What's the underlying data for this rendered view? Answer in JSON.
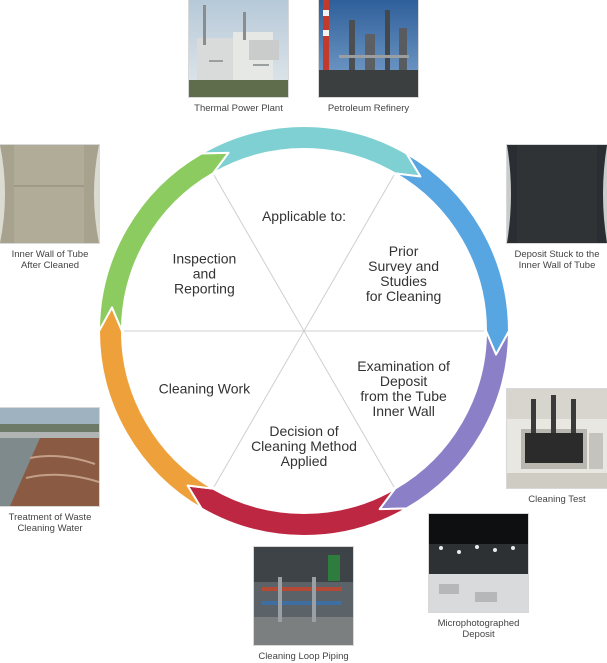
{
  "segments": [
    {
      "id": "applicable",
      "lines": [
        "Applicable to:"
      ],
      "color": "#7fd0d2"
    },
    {
      "id": "survey",
      "lines": [
        "Prior",
        "Survey and",
        "Studies",
        "for Cleaning"
      ],
      "color": "#58a6e1"
    },
    {
      "id": "examination",
      "lines": [
        "Examination of",
        "Deposit",
        "from the Tube",
        "Inner Wall"
      ],
      "color": "#8b80c8"
    },
    {
      "id": "decision",
      "lines": [
        "Decision of",
        "Cleaning Method",
        "Applied"
      ],
      "color": "#be2741"
    },
    {
      "id": "cleaning-work",
      "lines": [
        "Cleaning Work"
      ],
      "color": "#eea13a"
    },
    {
      "id": "inspection",
      "lines": [
        "Inspection",
        "and",
        "Reporting"
      ],
      "color": "#8ccb5f"
    }
  ],
  "photos": [
    {
      "id": "thermal-power-plant",
      "caption": [
        "Thermal Power Plant"
      ]
    },
    {
      "id": "petroleum-refinery",
      "caption": [
        "Petroleum Refinery"
      ]
    },
    {
      "id": "deposit-stuck",
      "caption": [
        "Deposit Stuck to the",
        "Inner Wall of Tube"
      ]
    },
    {
      "id": "cleaning-test",
      "caption": [
        "Cleaning Test"
      ]
    },
    {
      "id": "microphotographed-deposit",
      "caption": [
        "Microphotographed",
        "Deposit"
      ]
    },
    {
      "id": "cleaning-loop-piping",
      "caption": [
        "Cleaning Loop Piping"
      ]
    },
    {
      "id": "waste-water",
      "caption": [
        "Treatment of Waste",
        "Cleaning Water"
      ]
    },
    {
      "id": "inner-wall-cleaned",
      "caption": [
        "Inner Wall of Tube",
        "After Cleaned"
      ]
    }
  ]
}
